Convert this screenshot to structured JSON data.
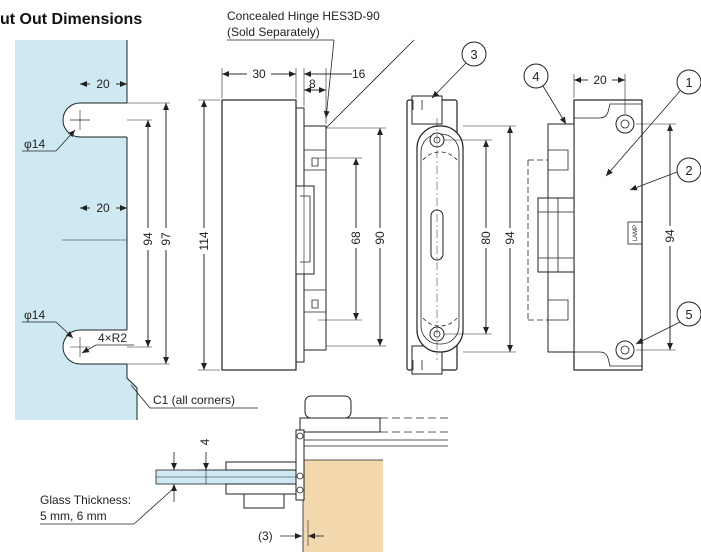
{
  "title": "ut Out Dimensions",
  "hinge_note": {
    "line1": "Concealed Hinge HES3D-90",
    "line2": "(Sold Separately)"
  },
  "glass_note": {
    "line1": "Glass Thickness:",
    "line2": "5 mm, 6 mm"
  },
  "corner_note": "C1 (all corners)",
  "radius_note": "4×R2",
  "hole_dia": "φ14",
  "dims": {
    "d20": "20",
    "d30": "30",
    "d16": "16",
    "d8": "8",
    "d94": "94",
    "d97": "97",
    "d114": "114",
    "d68": "68",
    "d90": "90",
    "d80": "80",
    "d4": "4",
    "d3": "(3)"
  },
  "callouts": [
    "1",
    "2",
    "3",
    "4",
    "5"
  ],
  "colors": {
    "glass": "#cfe9f3",
    "wood": "#f3d8ae",
    "line": "#222222"
  }
}
